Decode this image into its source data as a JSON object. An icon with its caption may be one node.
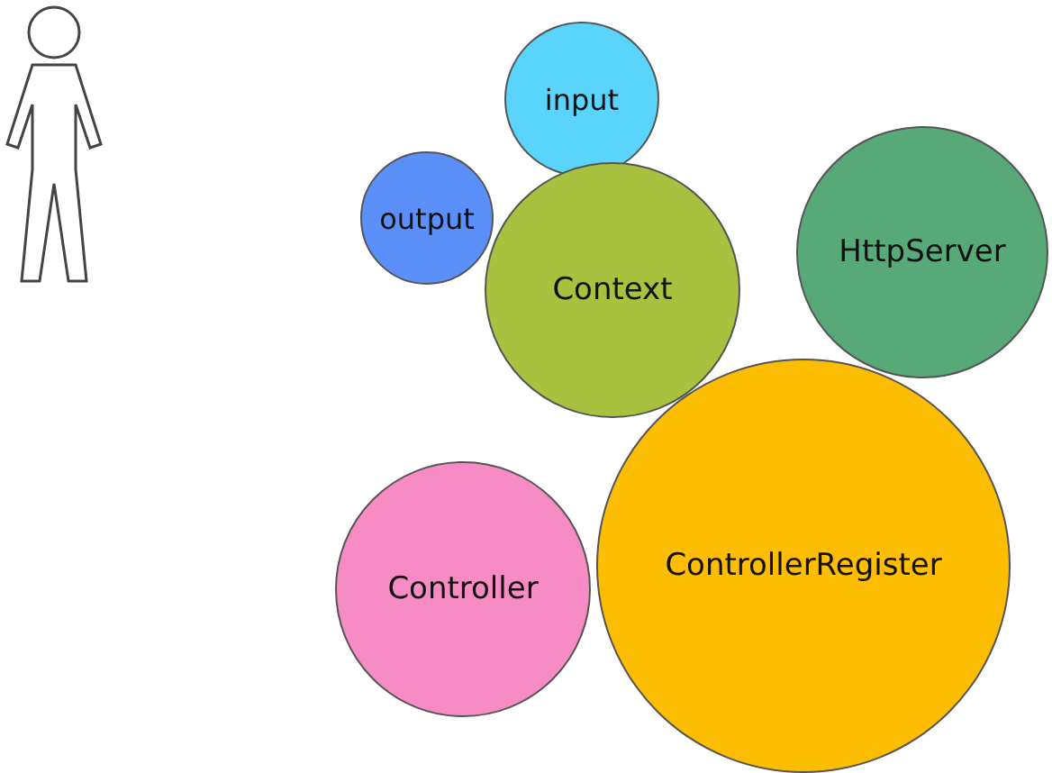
{
  "diagram": {
    "nodes": [
      {
        "text": [],
        "shape": "person"
      },
      {
        "text": [
          "input"
        ]
      },
      {
        "text": [
          "output"
        ]
      },
      {
        "text": [
          "Context"
        ]
      },
      {
        "text": [
          "HttpServer"
        ]
      },
      {
        "text": [
          "ControllerRegister"
        ]
      },
      {
        "text": [
          "Controller"
        ]
      }
    ]
  }
}
